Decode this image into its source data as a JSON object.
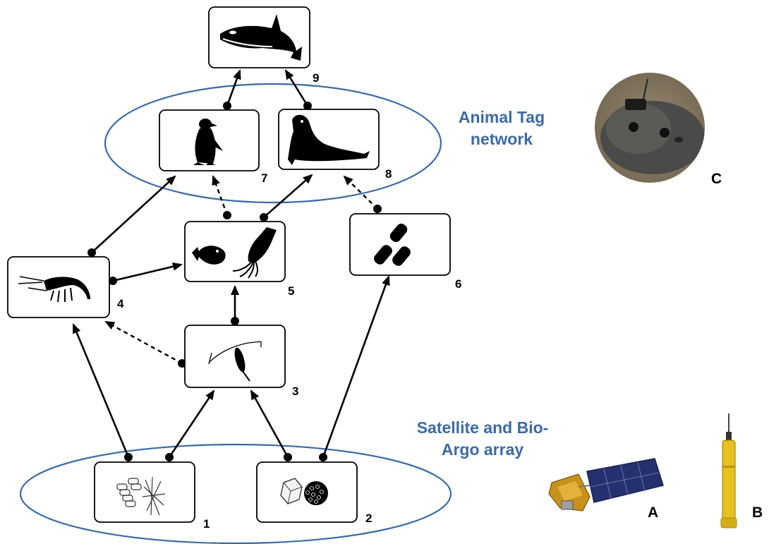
{
  "nodes": {
    "n1": {
      "label": "1",
      "icon": "diatom-chain-icon"
    },
    "n2": {
      "label": "2",
      "icon": "coccolithophore-icon"
    },
    "n3": {
      "label": "3",
      "icon": "copepod-icon"
    },
    "n4": {
      "label": "4",
      "icon": "krill-icon"
    },
    "n5": {
      "label": "5",
      "icon": "fish-squid-icon"
    },
    "n6": {
      "label": "6",
      "icon": "salp-icon"
    },
    "n7": {
      "label": "7",
      "icon": "penguin-icon"
    },
    "n8": {
      "label": "8",
      "icon": "elephant-seal-icon"
    },
    "n9": {
      "label": "9",
      "icon": "orca-icon"
    }
  },
  "groups": {
    "animal_tag": {
      "line1": "Animal Tag",
      "line2": "network"
    },
    "satellite": {
      "line1": "Satellite and Bio-",
      "line2": "Argo array"
    }
  },
  "insets": {
    "a": {
      "label": "A",
      "icon": "satellite-icon"
    },
    "b": {
      "label": "B",
      "icon": "argo-float-icon"
    },
    "c": {
      "label": "C",
      "icon": "tagged-seal-photo"
    }
  },
  "colors": {
    "group_outline": "#3b6aa6",
    "group_text": "#3b6aa6",
    "float_yellow": "#e8c020"
  }
}
